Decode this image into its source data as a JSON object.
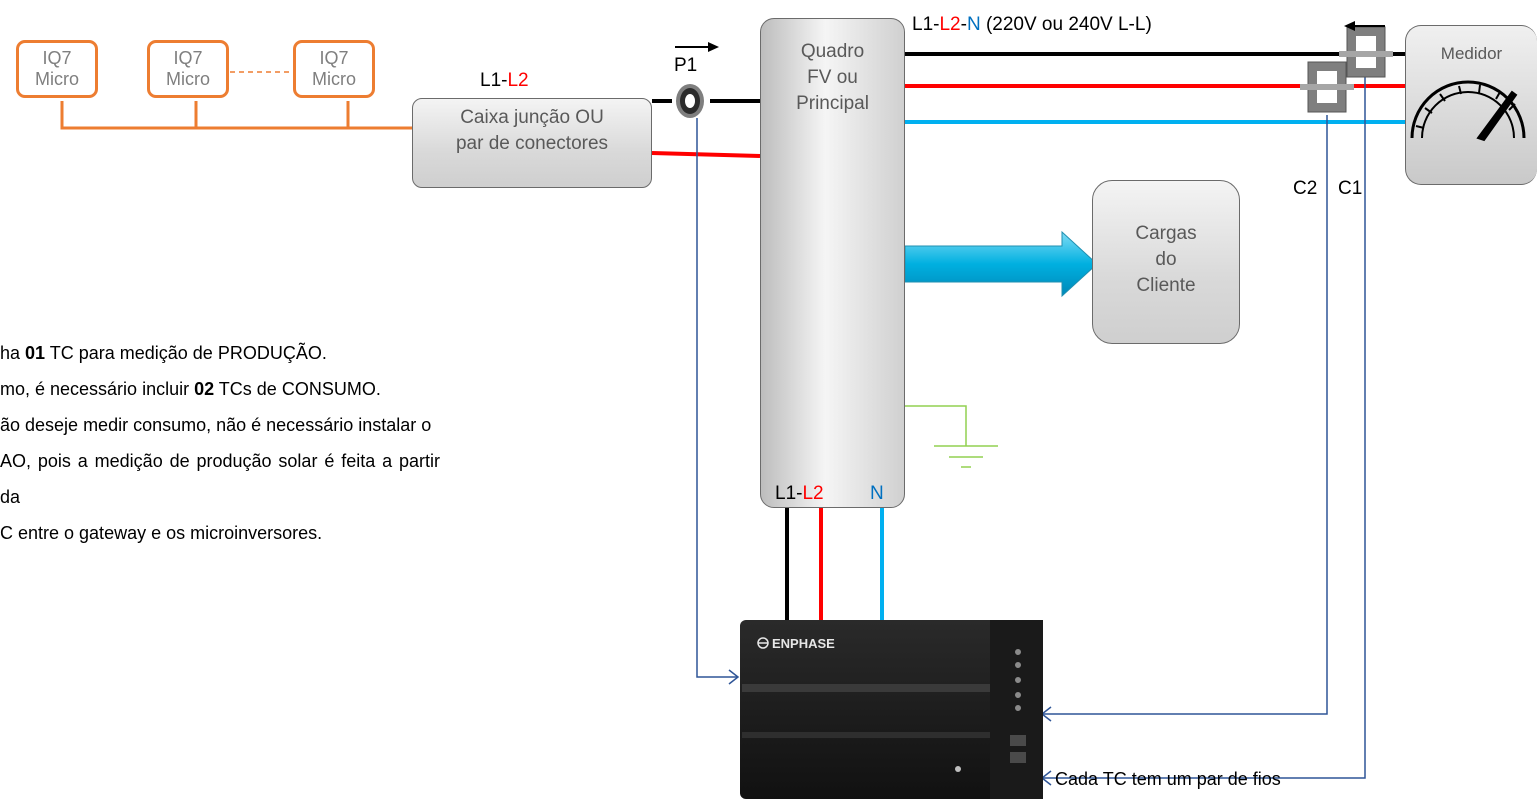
{
  "micros": [
    {
      "line1": "IQ7",
      "line2": "Micro"
    },
    {
      "line1": "IQ7",
      "line2": "Micro"
    },
    {
      "line1": "IQ7",
      "line2": "Micro"
    }
  ],
  "junction": {
    "line1": "Caixa junção OU",
    "line2": "par de conectores",
    "bus_l1": "L1-",
    "bus_l2": "L2"
  },
  "panel": {
    "line1": "Quadro",
    "line2": "FV ou",
    "line3": "Principal",
    "bottom_l1": "L1-",
    "bottom_l2": "L2",
    "bottom_n": "N"
  },
  "top_bus": {
    "l1": "L1-",
    "l2": "L2",
    "dash": "-",
    "n": "N",
    "desc": " (220V ou 240V L-L)"
  },
  "loads": {
    "line1": "Cargas",
    "line2": "do",
    "line3": "Cliente"
  },
  "meter": {
    "label": "Medidor"
  },
  "ct": {
    "p1": "P1",
    "c2": "C2",
    "c1": "C1",
    "wire_note": "Cada TC tem um par de fios"
  },
  "gateway": {
    "brand": "ENPHASE"
  },
  "notes": {
    "p1_pre": "ha ",
    "p1_bold": "01",
    "p1_post": " TC para medição de PRODUÇÃO.",
    "p2_pre": "mo, é necessário incluir ",
    "p2_bold": "02",
    "p2_post": " TCs de CONSUMO.",
    "p3": "ão deseje medir consumo, não é necessário instalar o",
    "p4": "AO, pois a medição de produção solar é feita a partir da",
    "p5": "C entre o gateway e os microinversores."
  },
  "colors": {
    "orange": "#ed7d31",
    "black": "#000000",
    "red": "#ff0000",
    "cyan": "#00b0f0",
    "ground": "#92d050",
    "ct_wire": "#2f5597"
  }
}
